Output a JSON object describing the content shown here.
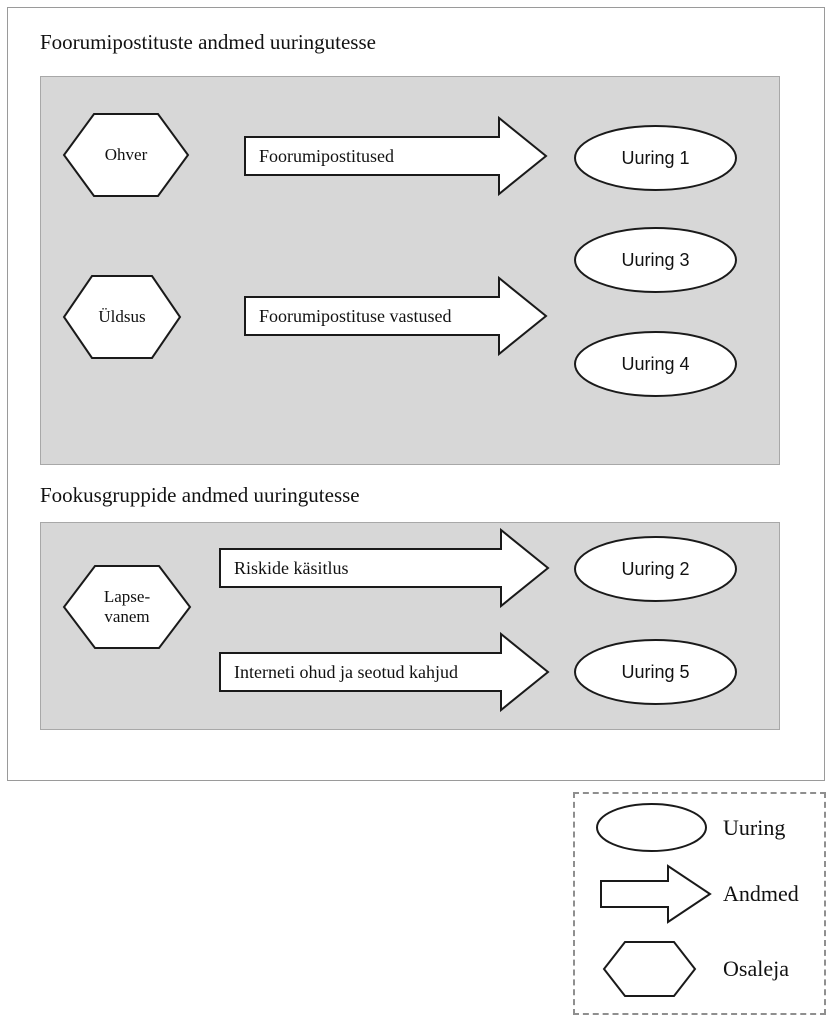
{
  "diagram": {
    "sections": [
      {
        "id": "forum-posts",
        "title": "Foorumipostituste andmed uuringutesse",
        "participants": [
          {
            "label": "Ohver",
            "shape": "hexagon"
          },
          {
            "label": "Üldsus",
            "shape": "hexagon"
          }
        ],
        "data_arrows": [
          {
            "label": "Foorumipostitused",
            "shape": "arrow"
          },
          {
            "label": "Foorumipostituse vastused",
            "shape": "arrow"
          }
        ],
        "studies": [
          {
            "label": "Uuring 1",
            "shape": "ellipse"
          },
          {
            "label": "Uuring 3",
            "shape": "ellipse"
          },
          {
            "label": "Uuring 4",
            "shape": "ellipse"
          }
        ]
      },
      {
        "id": "focus-groups",
        "title": "Fookusgruppide andmed uuringutesse",
        "participants": [
          {
            "label_line1": "Lapse-",
            "label_line2": "vanem",
            "shape": "hexagon"
          }
        ],
        "data_arrows": [
          {
            "label": "Riskide käsitlus",
            "shape": "arrow"
          },
          {
            "label": "Interneti ohud ja seotud kahjud",
            "shape": "arrow"
          }
        ],
        "studies": [
          {
            "label": "Uuring 2",
            "shape": "ellipse"
          },
          {
            "label": "Uuring 5",
            "shape": "ellipse"
          }
        ]
      }
    ]
  },
  "legend": {
    "items": [
      {
        "shape": "ellipse",
        "label": "Uuring"
      },
      {
        "shape": "arrow",
        "label": "Andmed"
      },
      {
        "shape": "hexagon",
        "label": "Osaleja"
      }
    ]
  },
  "colors": {
    "panel_fill": "#d7d7d7",
    "panel_border": "#a8a8a8",
    "shape_fill": "#ffffff",
    "shape_stroke": "#1a1a1a",
    "frame_border": "#9a9a9a",
    "legend_border": "#8f8f8f",
    "text": "#111111"
  }
}
